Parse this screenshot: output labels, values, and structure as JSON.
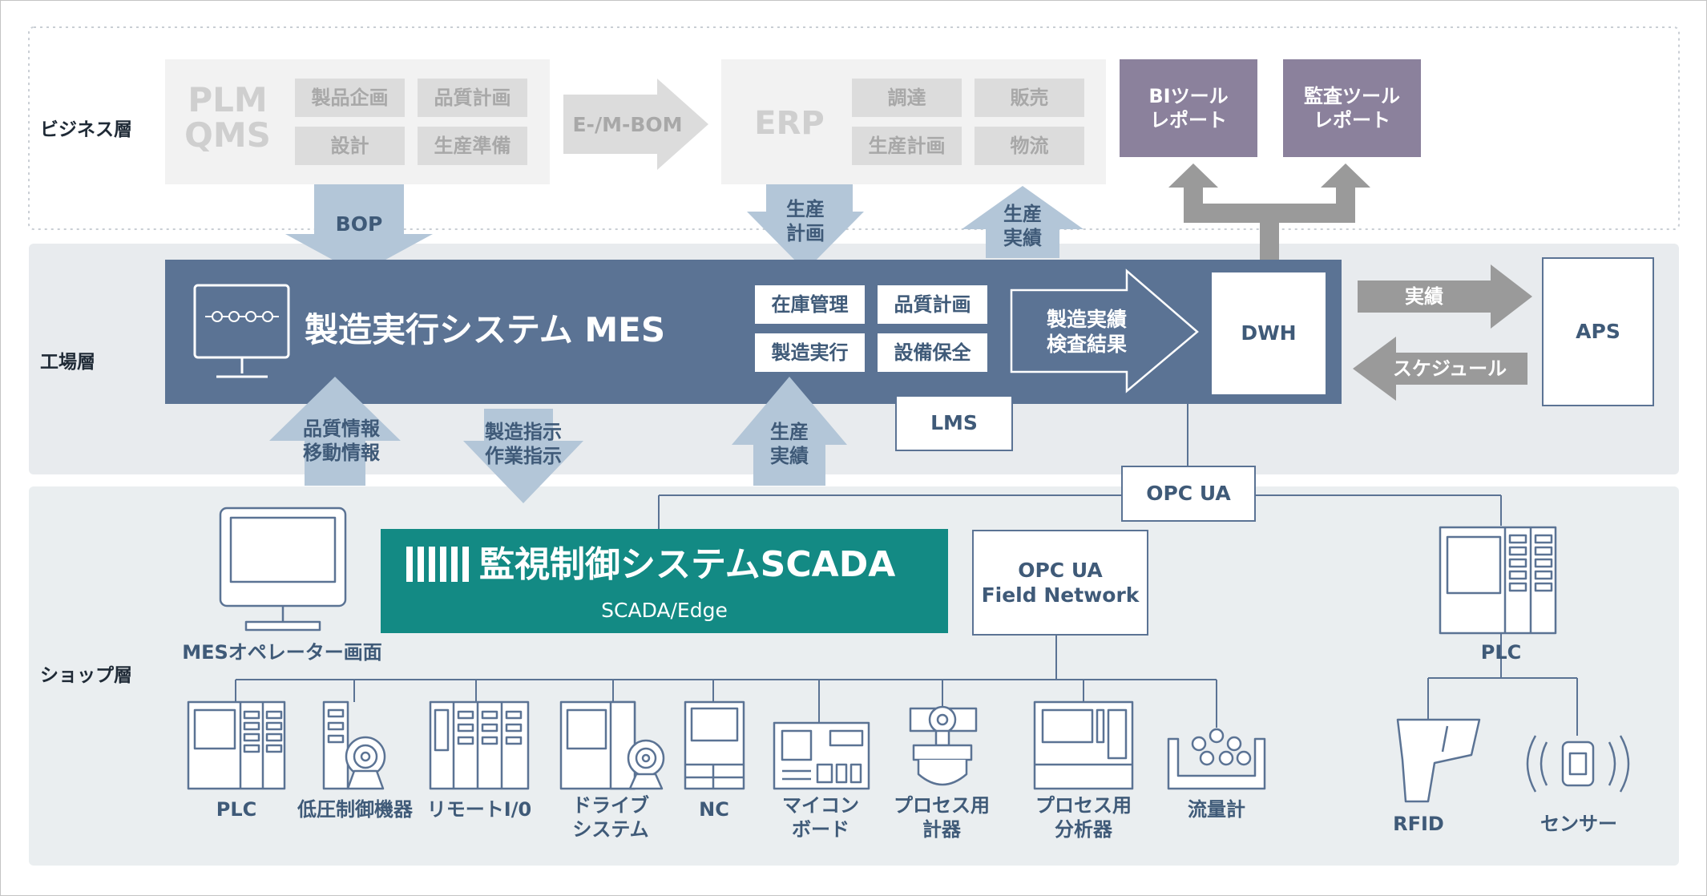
{
  "layers": {
    "business": "ビジネス層",
    "factory": "工場層",
    "shop": "ショップ層"
  },
  "business": {
    "plm_qms": "PLM\nQMS",
    "plm_boxes": [
      "製品企画",
      "品質計画",
      "設計",
      "生産準備"
    ],
    "bom_arrow": "E-/M-BOM",
    "erp": "ERP",
    "erp_boxes": [
      "調達",
      "販売",
      "生産計画",
      "物流"
    ],
    "bi": "BIツール\nレポート",
    "audit": "監査ツール\nレポート"
  },
  "flows": {
    "bop": "BOP",
    "prod_plan": "生産\n計画",
    "prod_result_up": "生産\n実績",
    "quality_move": "品質情報\n移動情報",
    "mfg_instr": "製造指示\n作業指示",
    "prod_result_shop": "生産\n実績",
    "jisseki": "実績",
    "schedule": "スケジュール",
    "mes_to_dwh": "製造実績\n検査結果"
  },
  "factory": {
    "mes_title": "製造実行システム MES",
    "mes_modules": [
      "在庫管理",
      "品質計画",
      "製造実行",
      "設備保全"
    ],
    "lms": "LMS",
    "dwh": "DWH",
    "aps": "APS"
  },
  "shop": {
    "opc_ua": "OPC UA",
    "opc_field": "OPC UA\nField Network",
    "scada_title": "監視制御システムSCADA",
    "scada_sub": "SCADA/Edge",
    "mes_operator": "MESオペレーター画面",
    "plc_right": "PLC",
    "rfid": "RFID",
    "sensor": "センサー",
    "devices": [
      "PLC",
      "低圧制御機器",
      "リモートI/0",
      "ドライブ\nシステム",
      "NC",
      "マイコン\nボード",
      "プロセス用\n計器",
      "プロセス用\n分析器",
      "流量計"
    ]
  },
  "colors": {
    "mes": "#5b7394",
    "scada": "#138a84",
    "bi_box": "#8b819c",
    "flow_arrow": "#b3c6d8",
    "gray_arrow": "#9a9a9a",
    "line": "#5b7394"
  }
}
